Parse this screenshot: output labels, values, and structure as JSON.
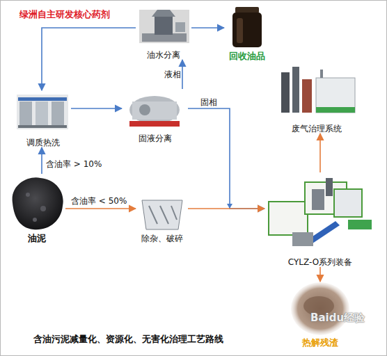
{
  "diagram": {
    "caption": "含油污泥减量化、资源化、无害化治理工艺路线",
    "nodes": [
      {
        "text": [
          "油水分离"
        ]
      },
      {
        "text": [
          "回收油品"
        ]
      },
      {
        "text": [
          "调质热洗"
        ]
      },
      {
        "text": [
          "固液分离"
        ]
      },
      {
        "text": [
          "废气治理系统"
        ]
      },
      {
        "text": [
          "油泥"
        ]
      },
      {
        "text": [
          "除杂、破碎"
        ]
      },
      {
        "text": [
          "CYLZ-O系列装备"
        ]
      },
      {
        "text": [
          "热解残渣"
        ]
      }
    ],
    "edges": [
      {
        "from": 0,
        "to": 1,
        "arrow": "to"
      },
      {
        "from": 0,
        "to": 2,
        "label": "绿洲自主研发核心药剂",
        "arrow": "to"
      },
      {
        "from": 2,
        "to": 3,
        "arrow": "to"
      },
      {
        "from": 3,
        "to": 0,
        "label": "液相",
        "arrow": "to"
      },
      {
        "from": 3,
        "to": 7,
        "label": "固相",
        "arrow": "to"
      },
      {
        "from": 5,
        "to": 2,
        "label": "含油率 > 10%",
        "arrow": "to"
      },
      {
        "from": 5,
        "to": 6,
        "label": "含油率 < 50%",
        "arrow": "to"
      },
      {
        "from": 6,
        "to": 7,
        "arrow": "to"
      },
      {
        "from": 7,
        "to": 4,
        "arrow": "to"
      },
      {
        "from": 7,
        "to": 8,
        "arrow": "to"
      }
    ],
    "labels": [
      "Baidu经验"
    ]
  }
}
